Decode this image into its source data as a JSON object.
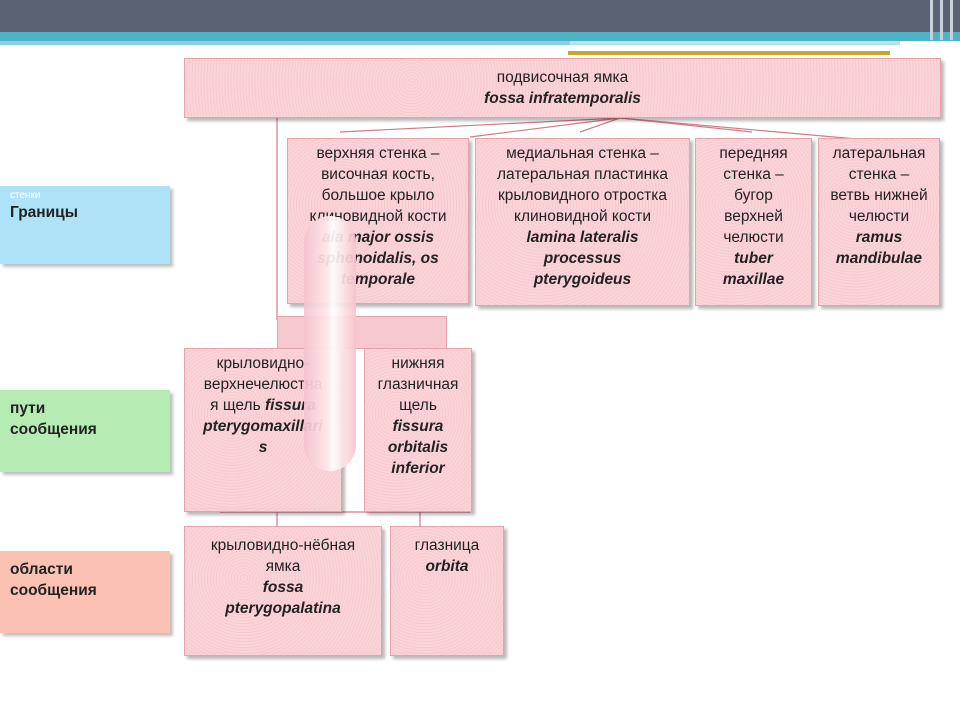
{
  "top_box": {
    "ru": "подвисочная ямка",
    "lat": "fossa infratemporalis"
  },
  "walls": [
    {
      "ru_lines": [
        "верхняя стенка –",
        "височная кость,",
        "большое крыло",
        "клиновидной кости"
      ],
      "lat_lines": [
        "ala major ossis",
        "sphenoidalis, os",
        "temporale"
      ]
    },
    {
      "ru_lines": [
        "медиальная стенка –",
        "латеральная пластинка",
        "крыловидного отростка",
        "клиновидной кости"
      ],
      "lat_lines": [
        "lamina lateralis",
        "processus",
        "pterygoideus"
      ]
    },
    {
      "ru_lines": [
        "передняя",
        "стенка –",
        "бугор",
        "верхней",
        "челюсти"
      ],
      "lat_lines": [
        "tuber",
        "maxillae"
      ]
    },
    {
      "ru_lines": [
        "латеральная",
        "стенка –",
        "ветвь нижней",
        "челюсти"
      ],
      "lat_lines": [
        "ramus",
        "mandibulae"
      ]
    }
  ],
  "passages": [
    {
      "ru_lines": [
        "крыловидно-",
        "верхнечелюстна",
        "я щель"
      ],
      "lat_lines": [
        "fissura",
        "pterygomaxillari",
        "s"
      ]
    },
    {
      "ru_lines": [
        "нижняя",
        "глазничная",
        "щель"
      ],
      "lat_lines": [
        "fissura",
        "orbitalis",
        "inferior"
      ]
    }
  ],
  "regions": [
    {
      "ru_lines": [
        "крыловидно-нёбная",
        "ямка"
      ],
      "lat_lines": [
        "fossa",
        "pterygopalatina"
      ]
    },
    {
      "ru_lines": [
        "глазница"
      ],
      "lat_lines": [
        "orbita"
      ]
    }
  ],
  "side_labels": {
    "borders_small": "стенки",
    "borders": "Границы",
    "paths": [
      "пути",
      "сообщения"
    ],
    "areas": [
      "области",
      "сообщения"
    ]
  },
  "colors": {
    "borders_bg": "#aee3f7",
    "paths_bg": "#b6ecb4",
    "areas_bg": "#fbc2b4",
    "box_border": "#e8a2ac",
    "header_bar": "#5a6373",
    "accent_teal": "#4fb3c6"
  }
}
